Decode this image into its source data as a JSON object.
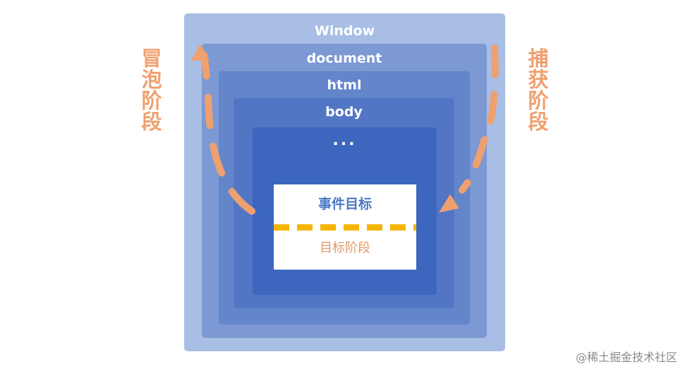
{
  "layers": {
    "window": "Window",
    "document": "document",
    "html": "html",
    "body": "body",
    "inner": "..."
  },
  "target": {
    "title": "事件目标",
    "phase": "目标阶段"
  },
  "phases": {
    "bubble": "冒泡阶段",
    "capture": "捕获阶段"
  },
  "watermark": "@稀土掘金技术社区",
  "colors": {
    "arrow": "#efa06f",
    "target_line": "#f5b400",
    "target_title": "#4c78c3",
    "target_phase": "#e39a67"
  }
}
